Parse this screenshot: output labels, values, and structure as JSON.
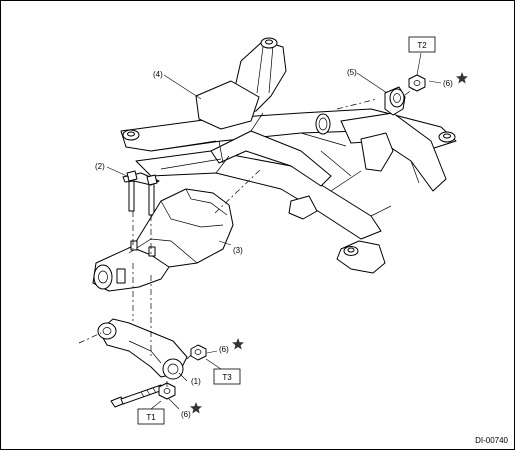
{
  "callouts": {
    "crossmember": "(4)",
    "bushing": "(5)",
    "nut_top": "(6)",
    "stud_bolt": "(2)",
    "differential": "(3)",
    "nut_mid": "(6)",
    "diff_member": "(1)",
    "nut_bottom": "(6)"
  },
  "torque_boxes": {
    "t2": "T2",
    "t3": "T3",
    "t1": "T1"
  },
  "diagram_code": "DI-00740",
  "colors": {
    "line": "#000000",
    "star": "#333333",
    "background": "#ffffff"
  }
}
